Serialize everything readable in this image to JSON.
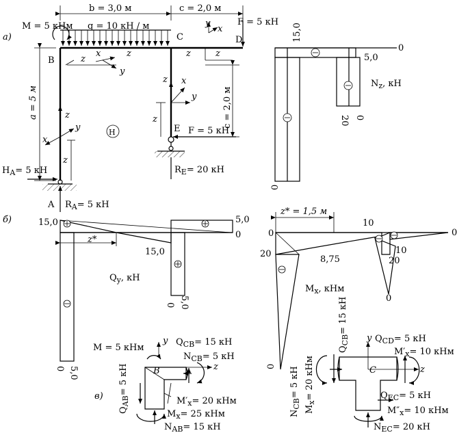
{
  "part_labels": {
    "a": "а)",
    "b": "б)",
    "v": "в)"
  },
  "frame": {
    "dim_b": "b = 3,0 м",
    "dim_c_top": "c = 2,0 м",
    "dim_a": "a = 5 м",
    "dim_c_side": "c = 2,0 м",
    "moment_load": "M = 5 кНм",
    "dist_load": "q = 10 кН / м",
    "force_F_top": "F = 5 кН",
    "force_F_E": "F = 5 кН",
    "reaction_HA": "H",
    "reaction_HA_sub": "A",
    "reaction_HA_val": "= 5 кН",
    "reaction_RA": "R",
    "reaction_RA_sub": "A",
    "reaction_RA_val": "= 5 кН",
    "reaction_RE": "R",
    "reaction_RE_sub": "E",
    "reaction_RE_val": "= 20 кН",
    "node_A": "A",
    "node_B": "B",
    "node_C": "C",
    "node_D": "D",
    "node_E": "E",
    "circle_H": "Н",
    "axis_z": "z",
    "axis_x": "x",
    "axis_y": "y"
  },
  "diagram_N": {
    "title": "N",
    "title_sub": "z",
    "title_unit": ", кН",
    "v_15": "15,0",
    "v_5": "5,0",
    "v_0a": "0",
    "v_0b": "0",
    "v_0c": "0",
    "v_20": "20"
  },
  "diagram_Q": {
    "title": "Q",
    "title_sub": "y",
    "title_unit": ", кН",
    "v_15a": "15,0",
    "v_15b": "15,0",
    "v_5a": "5,0",
    "v_0a": "0",
    "v_0b": "0",
    "v_5b": "5,0",
    "v_0c": "0",
    "v_5c": "5,0",
    "z_star": "z*"
  },
  "diagram_M": {
    "title": "M",
    "title_sub": "x",
    "title_unit": ", кНм",
    "z_star": "z* = 1,5 м",
    "v_0a": "0",
    "v_20a": "20",
    "v_875": "8,75",
    "v_10a": "10",
    "v_10b": "10",
    "v_20b": "20",
    "v_0b": "0",
    "v_0c": "0",
    "v_0d": "0"
  },
  "node_B_forces": {
    "M": "M = 5 кНм",
    "Q_CB": "Q",
    "Q_CB_sub": "CB",
    "Q_CB_val": "= 15 кН",
    "N_CB": "N",
    "N_CB_sub": "CB",
    "N_CB_val": "= 5 кН",
    "Q_AB": "Q",
    "Q_AB_sub": "AB",
    "Q_AB_val": "= 5 кН",
    "Mx_prime": "M′",
    "Mx_prime_sub": "x",
    "Mx_prime_val": "= 20 кНм",
    "Mx": "M",
    "Mx_sub": "x",
    "Mx_val": "= 25 кНм",
    "N_AB": "N",
    "N_AB_sub": "AB",
    "N_AB_val": "= 15 кН",
    "node": "B"
  },
  "node_C_forces": {
    "Q_CB": "Q",
    "Q_CB_sub": "CB",
    "Q_CB_val": "= 15 кН",
    "Q_CD": "Q",
    "Q_CD_sub": "CD",
    "Q_CD_val": "= 5 кН",
    "Mx_prime": "M′",
    "Mx_prime_sub": "x",
    "Mx_prime_val": "= 10 кНм",
    "N_CB": "N",
    "N_CB_sub": "CB",
    "N_CB_val": "= 5 кН",
    "Mx": "M",
    "Mx_sub": "x",
    "Mx_val": "= 20 кНм",
    "Q_EC": "Q",
    "Q_EC_sub": "EC",
    "Q_EC_val": "= 5 кН",
    "Mx_dbl": "M″",
    "Mx_dbl_sub": "x",
    "Mx_dbl_val": "= 10 кНм",
    "N_EC": "N",
    "N_EC_sub": "EC",
    "N_EC_val": "= 20 кН",
    "node": "C"
  }
}
